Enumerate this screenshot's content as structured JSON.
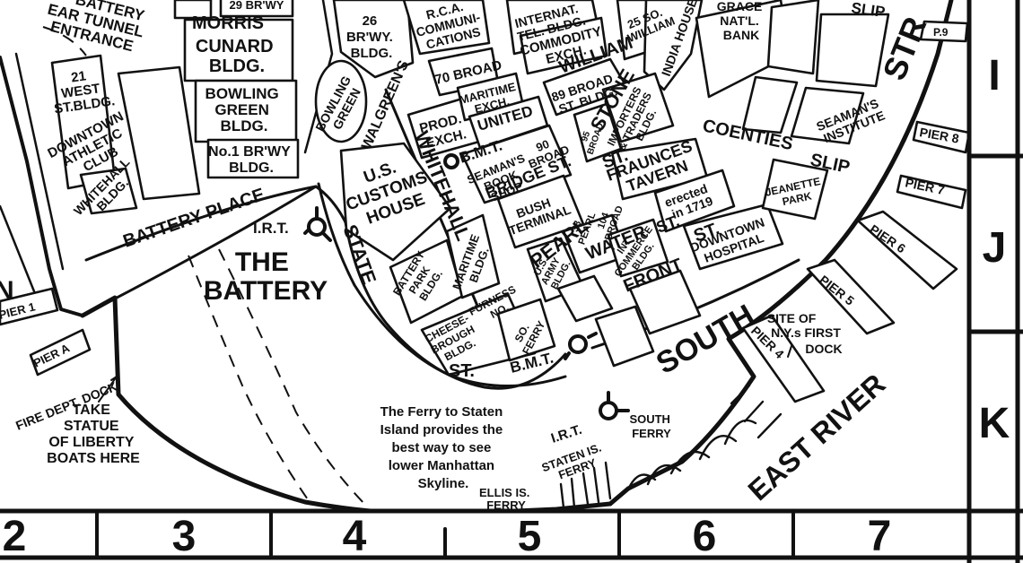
{
  "labels": {
    "battery_tunnel_entrance": [
      "BATTERY",
      "EAR TUNNEL",
      "ENTRANCE"
    ],
    "morris": "MORRIS",
    "br_wy_29": "29 BR'WY",
    "cunard": [
      "CUNARD",
      "BLDG."
    ],
    "bowling_green_bldg": [
      "BOWLING",
      "GREEN",
      "BLDG."
    ],
    "no1_brwy": [
      "No.1 BR'WY",
      "BLDG."
    ],
    "west_st": [
      "21",
      "WEST",
      "ST.BLDG."
    ],
    "downtown_athletic": [
      "DOWNTOWN",
      "ATHLETIC",
      "CLUB"
    ],
    "whitehall_bldg": [
      "WHITEHALL",
      "BLDG."
    ],
    "battery_place": "BATTERY PLACE",
    "bowling_green": [
      "BOWLING",
      "GREEN"
    ],
    "walgreens": "WALGREEN'S",
    "brwy_26": [
      "26",
      "BR'WY.",
      "BLDG."
    ],
    "rca": [
      "R.C.A.",
      "COMMUNI-",
      "CATIONS"
    ],
    "broad_70": "70 BROAD",
    "internat": [
      "INTERNAT.",
      "TEL. BLDG."
    ],
    "commodity": [
      "COMMODITY",
      "EXCH."
    ],
    "william_25": [
      "25 SO.",
      "WILLIAM"
    ],
    "william": "WILLIAM",
    "broad_89": [
      "89 BROAD",
      "ST. BLDG."
    ],
    "india_house": "INDIA HOUSE",
    "stone": "STONE",
    "prod_exch": [
      "PROD.",
      "EXCH."
    ],
    "maritime_exch": [
      "MARITIME",
      "EXCH."
    ],
    "united": "UNITED",
    "bmt_top": "B.M.T.",
    "seamans_book": [
      "SEAMAN'S",
      "BOOK",
      "SHOP"
    ],
    "broad_90": [
      "90",
      "BROAD"
    ],
    "bridge_st": "BRIDGE ST.",
    "broad_95": [
      "95",
      "BROAD"
    ],
    "importers": [
      "IMPORTERS",
      "& TRADERS",
      "BLDG."
    ],
    "grace": [
      "GRACE",
      "NAT'L.",
      "BANK"
    ],
    "slip_top": "SLIP",
    "coenties": "COENTIES",
    "slip": "SLIP",
    "seamans_institute": [
      "SEAMAN'S",
      "INSTITUTE"
    ],
    "fraunces": [
      "FRAUNCES",
      "TAVERN"
    ],
    "st_label": "ST.",
    "erected": [
      "erected",
      "in 1719"
    ],
    "jeanette": [
      "JEANETTE",
      "PARK"
    ],
    "us_customs": [
      "U.S.",
      "CUSTOMS",
      "HOUSE"
    ],
    "whitehall": "WHITEHALL",
    "state": "STATE",
    "bush": [
      "BUSH",
      "TERMINAL"
    ],
    "pearl": "PEARL",
    "pearl_38": [
      "38",
      "PEARL"
    ],
    "broad_104": [
      "104",
      "BROAD"
    ],
    "water": "WATER",
    "st_water": "ST.",
    "downtown_hospital": [
      "DOWNTOWN",
      "HOSPITAL"
    ],
    "irt_top": "I.R.T.",
    "the_battery": [
      "THE",
      "BATTERY"
    ],
    "battery_park_bldg": [
      "BATTERY",
      "PARK",
      "BLDG."
    ],
    "maritime_bldg": [
      "MARITIME",
      "BLDG."
    ],
    "us_army": [
      "U.S.",
      "ARMY",
      "BLDG."
    ],
    "int_commerce": [
      "INT'",
      "COMMERCE",
      "BLDG."
    ],
    "front": "FRONT",
    "st_front": "ST.",
    "cheese_furness": [
      "CHEESE-",
      "BROUGH",
      "BLDG."
    ],
    "furness": [
      "FURNESS",
      "NO."
    ],
    "so_ferry": [
      "SO.",
      "FERRY"
    ],
    "st_state": "ST.",
    "bmt_bottom": "B.M.T.",
    "south": "SOUTH",
    "street": "STR",
    "pier_1": "PIER 1",
    "pier_a": "PIER A",
    "fire_dept": "FIRE DEPT. DOCK",
    "take_statue": [
      "TAKE",
      "STATUE",
      "OF LIBERTY",
      "BOATS HERE"
    ],
    "ferry_note": [
      "The Ferry to Staten",
      "Island provides the",
      "best way to see",
      "lower Manhattan",
      "Skyline."
    ],
    "irt_bottom": "I.R.T.",
    "south_ferry": [
      "SOUTH",
      "FERRY"
    ],
    "staten_is": [
      "STATEN IS.",
      "FERRY"
    ],
    "ellis": [
      "ELLIS IS.",
      "FERRY"
    ],
    "east_river": "EAST RIVER",
    "site_first_dock": [
      "SITE OF",
      "N.Y.s FIRST",
      "DOCK"
    ],
    "pier_4": "PIER 4",
    "pier_5": "PIER 5",
    "pier_6": "PIER 6",
    "pier_7": "PIER 7",
    "pier_8": "PIER 8",
    "pier_9": "P.9",
    "edge_n": "N"
  },
  "grid": {
    "columns": [
      "2",
      "3",
      "4",
      "5",
      "6",
      "7"
    ],
    "rows": [
      "I",
      "J",
      "K"
    ]
  }
}
